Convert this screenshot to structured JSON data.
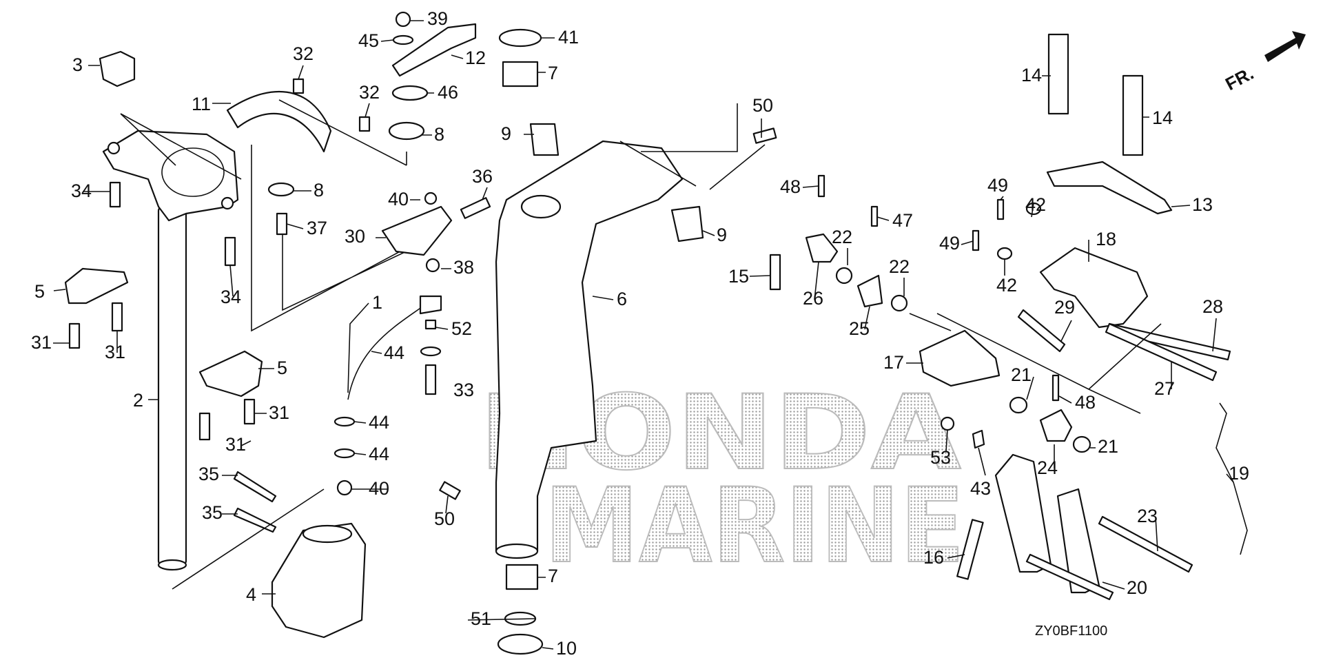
{
  "watermark": {
    "line1": "HONDA",
    "line2": "MARINE"
  },
  "diagram_code": "ZY0BF1100",
  "direction_label": "FR.",
  "callouts": [
    {
      "id": "c1",
      "text": "1"
    },
    {
      "id": "c2",
      "text": "2"
    },
    {
      "id": "c3",
      "text": "3"
    },
    {
      "id": "c4",
      "text": "4"
    },
    {
      "id": "c5a",
      "text": "5"
    },
    {
      "id": "c5b",
      "text": "5"
    },
    {
      "id": "c6",
      "text": "6"
    },
    {
      "id": "c7a",
      "text": "7"
    },
    {
      "id": "c7b",
      "text": "7"
    },
    {
      "id": "c8a",
      "text": "8"
    },
    {
      "id": "c8b",
      "text": "8"
    },
    {
      "id": "c9a",
      "text": "9"
    },
    {
      "id": "c9b",
      "text": "9"
    },
    {
      "id": "c10",
      "text": "10"
    },
    {
      "id": "c11",
      "text": "11"
    },
    {
      "id": "c12",
      "text": "12"
    },
    {
      "id": "c13",
      "text": "13"
    },
    {
      "id": "c14a",
      "text": "14"
    },
    {
      "id": "c14b",
      "text": "14"
    },
    {
      "id": "c15",
      "text": "15"
    },
    {
      "id": "c16",
      "text": "16"
    },
    {
      "id": "c17",
      "text": "17"
    },
    {
      "id": "c18",
      "text": "18"
    },
    {
      "id": "c19",
      "text": "19"
    },
    {
      "id": "c20",
      "text": "20"
    },
    {
      "id": "c21a",
      "text": "21"
    },
    {
      "id": "c21b",
      "text": "21"
    },
    {
      "id": "c22a",
      "text": "22"
    },
    {
      "id": "c22b",
      "text": "22"
    },
    {
      "id": "c23",
      "text": "23"
    },
    {
      "id": "c24",
      "text": "24"
    },
    {
      "id": "c25",
      "text": "25"
    },
    {
      "id": "c26",
      "text": "26"
    },
    {
      "id": "c27",
      "text": "27"
    },
    {
      "id": "c28",
      "text": "28"
    },
    {
      "id": "c29",
      "text": "29"
    },
    {
      "id": "c30",
      "text": "30"
    },
    {
      "id": "c31a",
      "text": "31"
    },
    {
      "id": "c31b",
      "text": "31"
    },
    {
      "id": "c31c",
      "text": "31"
    },
    {
      "id": "c31d",
      "text": "31"
    },
    {
      "id": "c32a",
      "text": "32"
    },
    {
      "id": "c32b",
      "text": "32"
    },
    {
      "id": "c33",
      "text": "33"
    },
    {
      "id": "c34a",
      "text": "34"
    },
    {
      "id": "c34b",
      "text": "34"
    },
    {
      "id": "c35a",
      "text": "35"
    },
    {
      "id": "c35b",
      "text": "35"
    },
    {
      "id": "c36",
      "text": "36"
    },
    {
      "id": "c37",
      "text": "37"
    },
    {
      "id": "c38",
      "text": "38"
    },
    {
      "id": "c39",
      "text": "39"
    },
    {
      "id": "c40a",
      "text": "40"
    },
    {
      "id": "c40b",
      "text": "40"
    },
    {
      "id": "c41",
      "text": "41"
    },
    {
      "id": "c42a",
      "text": "42"
    },
    {
      "id": "c42b",
      "text": "42"
    },
    {
      "id": "c43",
      "text": "43"
    },
    {
      "id": "c44a",
      "text": "44"
    },
    {
      "id": "c44b",
      "text": "44"
    },
    {
      "id": "c44c",
      "text": "44"
    },
    {
      "id": "c45",
      "text": "45"
    },
    {
      "id": "c46",
      "text": "46"
    },
    {
      "id": "c47",
      "text": "47"
    },
    {
      "id": "c48a",
      "text": "48"
    },
    {
      "id": "c48b",
      "text": "48"
    },
    {
      "id": "c49a",
      "text": "49"
    },
    {
      "id": "c49b",
      "text": "49"
    },
    {
      "id": "c50a",
      "text": "50"
    },
    {
      "id": "c50b",
      "text": "50"
    },
    {
      "id": "c51",
      "text": "51"
    },
    {
      "id": "c52",
      "text": "52"
    },
    {
      "id": "c53",
      "text": "53"
    }
  ]
}
